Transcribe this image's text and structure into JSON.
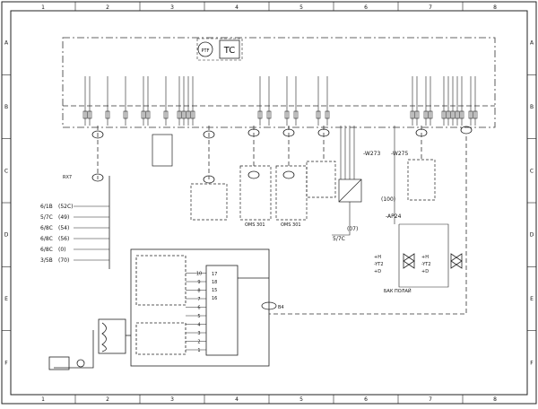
{
  "grid": {
    "columns": [
      "1",
      "2",
      "3",
      "4",
      "5",
      "6",
      "7",
      "8"
    ],
    "rows": [
      "A",
      "B",
      "C",
      "D",
      "E",
      "F"
    ]
  },
  "components": {
    "ptf": "PTF",
    "tc": "TC"
  },
  "left_terminals": [
    {
      "ref": "6/1B",
      "num": "(52C)"
    },
    {
      "ref": "5/7C",
      "num": "(49)"
    },
    {
      "ref": "6/8C",
      "num": "(54)"
    },
    {
      "ref": "6/8C",
      "num": "(56)"
    },
    {
      "ref": "6/8C",
      "num": "(0)"
    },
    {
      "ref": "3/5B",
      "num": "(70)"
    }
  ],
  "mid_labels": {
    "cable_top": "-W273",
    "cable_top2": "-W275",
    "conn_100": "(100)",
    "conn_07": "(07)",
    "ref_57c": "5/7C",
    "ap24": "-AP24",
    "plug_b": "В4",
    "oms_left": "ОМS 301",
    "oms_right": "ОМS 301",
    "boiler": "БАК ПОЛАЙ"
  },
  "valves": [
    {
      "top": "+Н",
      "mid": "-YT2",
      "bot": "+D"
    },
    {
      "top": "+Н",
      "mid": "-YT2",
      "bot": "+D"
    }
  ],
  "cabinet_rows": [
    "1",
    "2",
    "3",
    "4",
    "5",
    "6",
    "7",
    "8",
    "9",
    "10"
  ],
  "cabinet_inner": [
    "17",
    "18",
    "15",
    "16"
  ]
}
